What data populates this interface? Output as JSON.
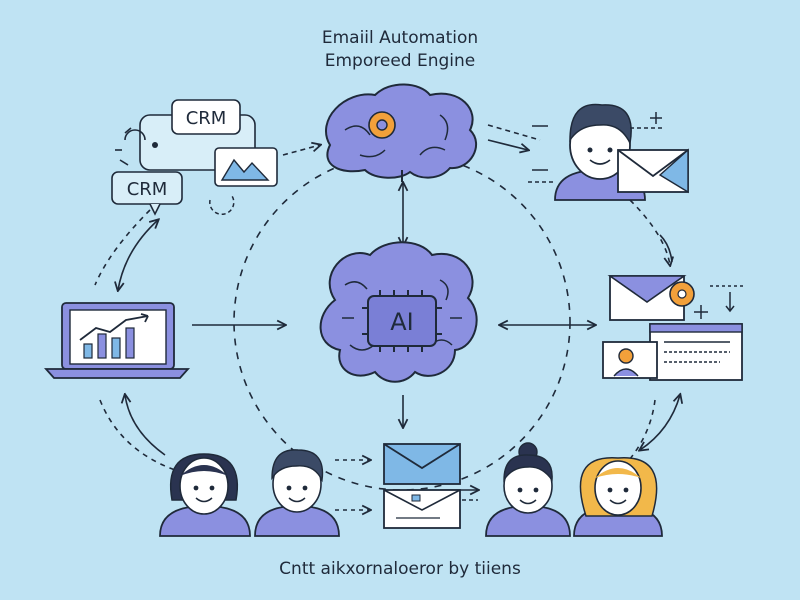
{
  "header": {
    "title_line1": "Emaiil Automation",
    "title_line2": "Emporeed Engine"
  },
  "nodes": {
    "crm_top_label": "CRM",
    "crm_bottom_label": "CRM",
    "ai_label": "AI"
  },
  "footer": {
    "caption": "Cntt aikxornaloeror by tiiens"
  },
  "colors": {
    "background": "#bfe3f3",
    "accent_purple": "#8b90e0",
    "gear_orange": "#f2a03a",
    "outline": "#1f2a3a",
    "skin": "#ffffff",
    "envelope_blue": "#7fb8e6"
  }
}
